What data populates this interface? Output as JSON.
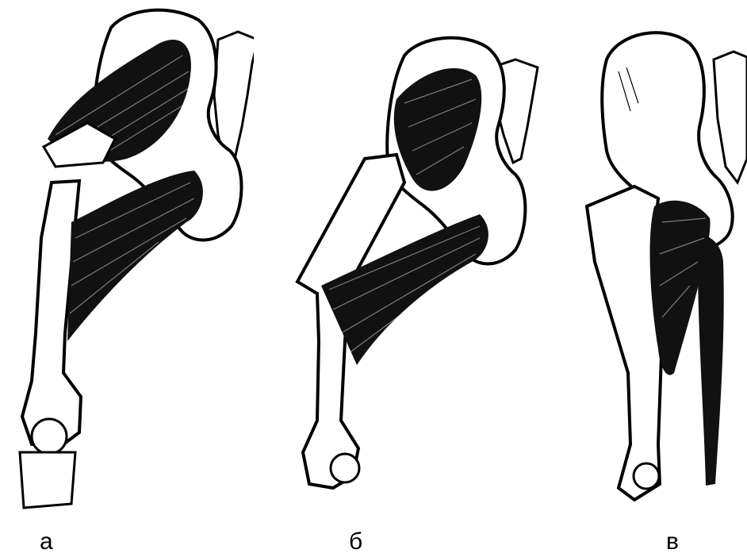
{
  "figure": {
    "panels": [
      {
        "id": "a",
        "label": "а"
      },
      {
        "id": "b",
        "label": "б"
      },
      {
        "id": "v",
        "label": "в"
      }
    ]
  },
  "colors": {
    "ink": "#000000",
    "paper": "#ffffff"
  }
}
